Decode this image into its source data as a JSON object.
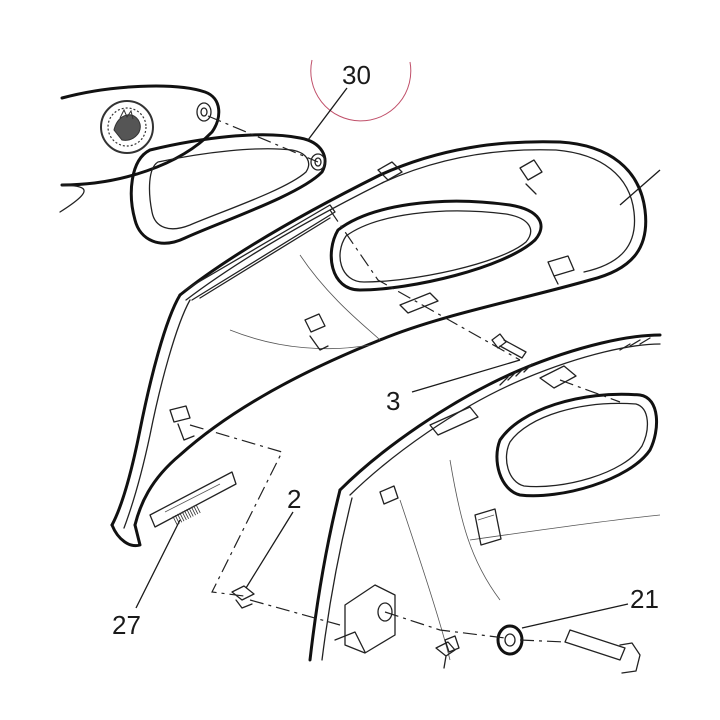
{
  "callouts": {
    "c30": "30",
    "c3": "3",
    "c2": "2",
    "c27": "27",
    "c21": "21"
  },
  "colors": {
    "line": "#111111",
    "revision_circle": "#c0506a",
    "shading": "#8a8a8a"
  },
  "icons": {
    "logo": "logo-emblem-icon"
  }
}
